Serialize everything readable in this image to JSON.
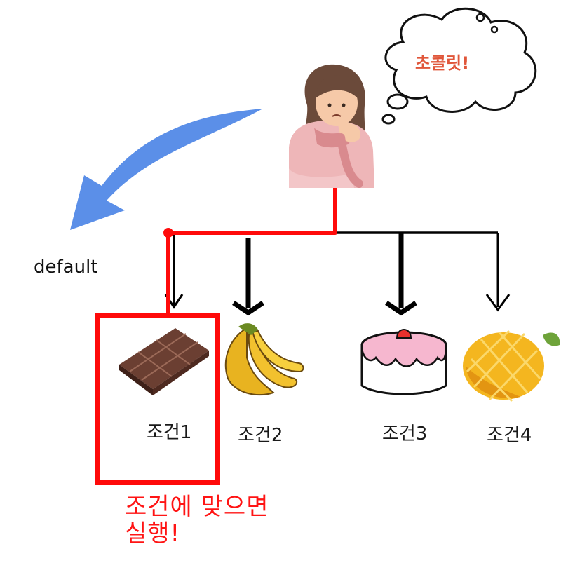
{
  "thought": {
    "text": "초콜릿!"
  },
  "default_label": "default",
  "conditions": [
    {
      "label": "조건1",
      "item": "chocolate-icon"
    },
    {
      "label": "조건2",
      "item": "banana-icon"
    },
    {
      "label": "조건3",
      "item": "cake-icon"
    },
    {
      "label": "조건4",
      "item": "mango-icon"
    }
  ],
  "caption": {
    "line1": "조건에 맞으면",
    "line2": "실행!"
  },
  "colors": {
    "highlight": "#ff0a0a",
    "default_arrow": "#5b8fe8",
    "thought_text": "#e0563a",
    "caption": "#ff1414"
  }
}
